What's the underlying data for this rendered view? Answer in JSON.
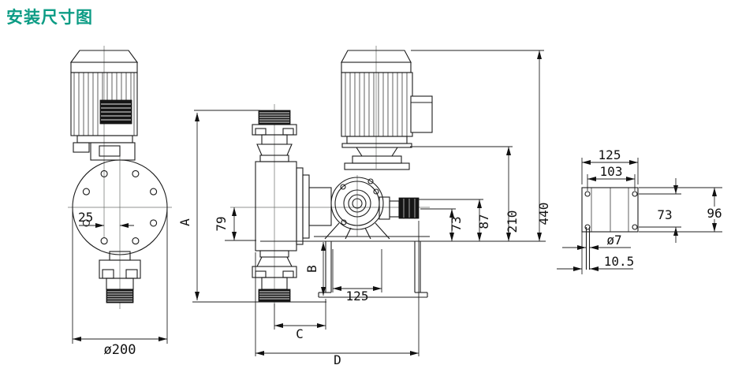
{
  "title": "安装尺寸图",
  "colors": {
    "title": "#0d9c85",
    "line": "#1c1c1c",
    "dim": "#222222",
    "background": "#ffffff"
  },
  "front_view": {
    "offset_dim": "25",
    "outer_diameter_dim": "ø200"
  },
  "side_view": {
    "overall_height_dim": "A",
    "head_center_height_dim": "79",
    "base_height_dim": "B",
    "valve_to_base_dim": "C",
    "overall_length_dim": "D",
    "base_hole_spacing_dim": "125",
    "knob_center_height_dim": "73",
    "knob_top_height_dim": "87",
    "motor_flange_height_dim": "210",
    "total_height_dim": "440"
  },
  "plate_view": {
    "width_dim": "125",
    "hole_spacing_width_dim": "103",
    "height_dim": "96",
    "hole_spacing_height_dim": "73",
    "hole_diameter_dim": "ø7",
    "slot_offset_dim": "10.5"
  }
}
